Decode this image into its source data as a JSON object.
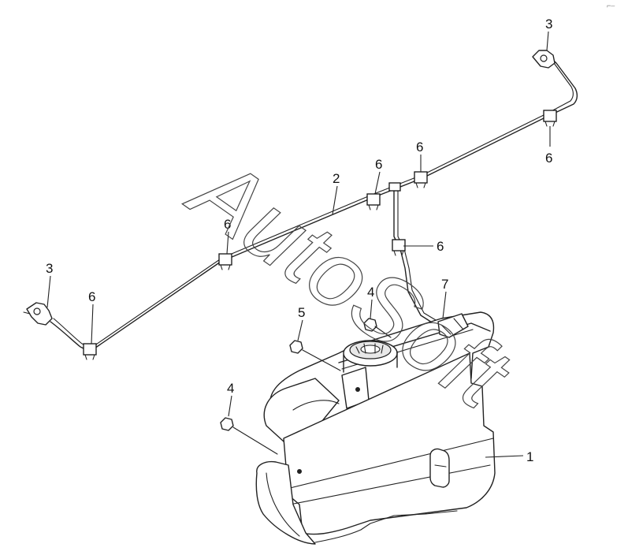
{
  "watermark": "AutoSoft",
  "corner_mark": "⌐–",
  "callouts": [
    {
      "id": "c1",
      "label": "1"
    },
    {
      "id": "c2",
      "label": "2"
    },
    {
      "id": "c3a",
      "label": "3"
    },
    {
      "id": "c3b",
      "label": "3"
    },
    {
      "id": "c4a",
      "label": "4"
    },
    {
      "id": "c4b",
      "label": "4"
    },
    {
      "id": "c5",
      "label": "5"
    },
    {
      "id": "c6a",
      "label": "6"
    },
    {
      "id": "c6b",
      "label": "6"
    },
    {
      "id": "c6c",
      "label": "6"
    },
    {
      "id": "c6d",
      "label": "6"
    },
    {
      "id": "c6e",
      "label": "6"
    },
    {
      "id": "c6f",
      "label": "6"
    },
    {
      "id": "c7",
      "label": "7"
    }
  ]
}
